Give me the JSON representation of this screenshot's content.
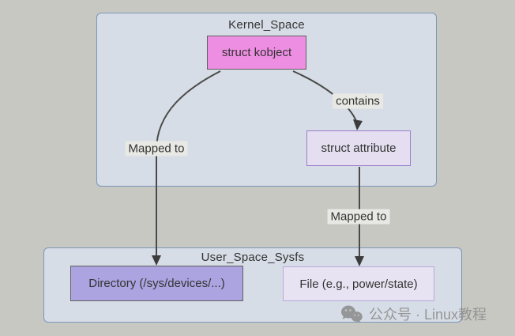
{
  "canvas": {
    "bg": "#c8c8c3"
  },
  "diagram": {
    "clusters": [
      {
        "title": "Kernel_Space",
        "fill": "#d7dde6",
        "border": "#7b96bb",
        "title_color": "#333333"
      },
      {
        "title": "User_Space_Sysfs",
        "fill": "#d7dde6",
        "border": "#7b96bb",
        "title_color": "#333333"
      }
    ],
    "nodes": [
      {
        "id": "kobject",
        "label": "struct kobject",
        "fill": "#ee8ee3",
        "border": "#606060",
        "text": "#333333"
      },
      {
        "id": "attribute",
        "label": "struct attribute",
        "fill": "#e4def0",
        "border": "#9a7ecc",
        "text": "#333333"
      },
      {
        "id": "directory",
        "label": "Directory (/sys/devices/...)",
        "fill": "#aba4e0",
        "border": "#606060",
        "text": "#333333"
      },
      {
        "id": "file",
        "label": "File (e.g., power/state)",
        "fill": "#e8e3f2",
        "border": "#b8a7da",
        "text": "#333333"
      }
    ],
    "edges": [
      {
        "from": "kobject",
        "to": "directory",
        "label": "Mapped to"
      },
      {
        "from": "kobject",
        "to": "attribute",
        "label": "contains"
      },
      {
        "from": "attribute",
        "to": "file",
        "label": "Mapped to"
      }
    ],
    "edge_color": "#4a4a4a",
    "arrow_color": "#3c3c3c",
    "label_bg": "#e8e8e4"
  },
  "watermark": {
    "text": "公众号 · Linux教程",
    "icon": "wechat-icon",
    "color": "#8a8a8a"
  }
}
